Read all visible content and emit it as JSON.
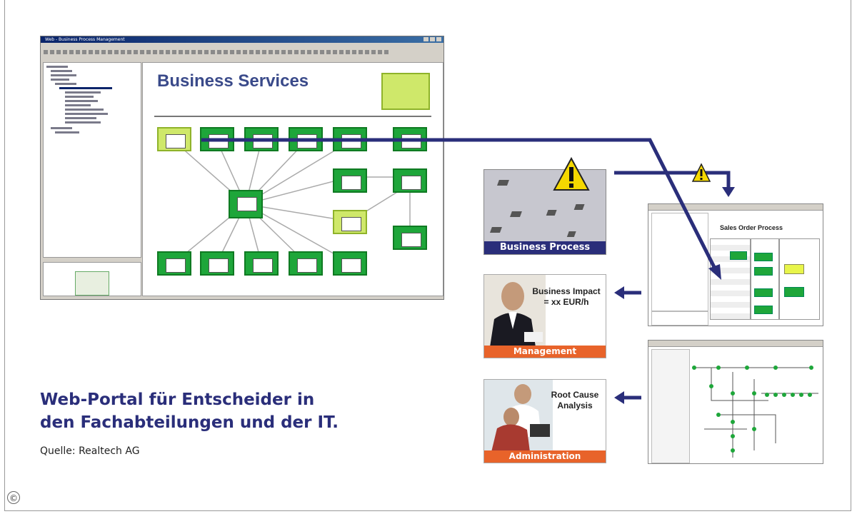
{
  "screenshot": {
    "window_title": "Web - Business Process Management",
    "canvas_title": "Business Services"
  },
  "business_process": {
    "label": "Business Process"
  },
  "sales_order": {
    "title": "Sales Order Process"
  },
  "management": {
    "line1": "Business Impact",
    "line2": "= xx EUR/h",
    "label": "Management"
  },
  "administration": {
    "line1": "Root Cause",
    "line2": "Analysis",
    "label": "Administration"
  },
  "caption": {
    "line1": "Web-Portal für Entscheider in",
    "line2": "den Fachabteilungen und der IT.",
    "source": "Quelle: Realtech AG"
  },
  "copyright": "©",
  "colors": {
    "navy": "#2a2e7a",
    "orange": "#e8632a",
    "green": "#1ea63a",
    "warning": "#f5d800"
  }
}
